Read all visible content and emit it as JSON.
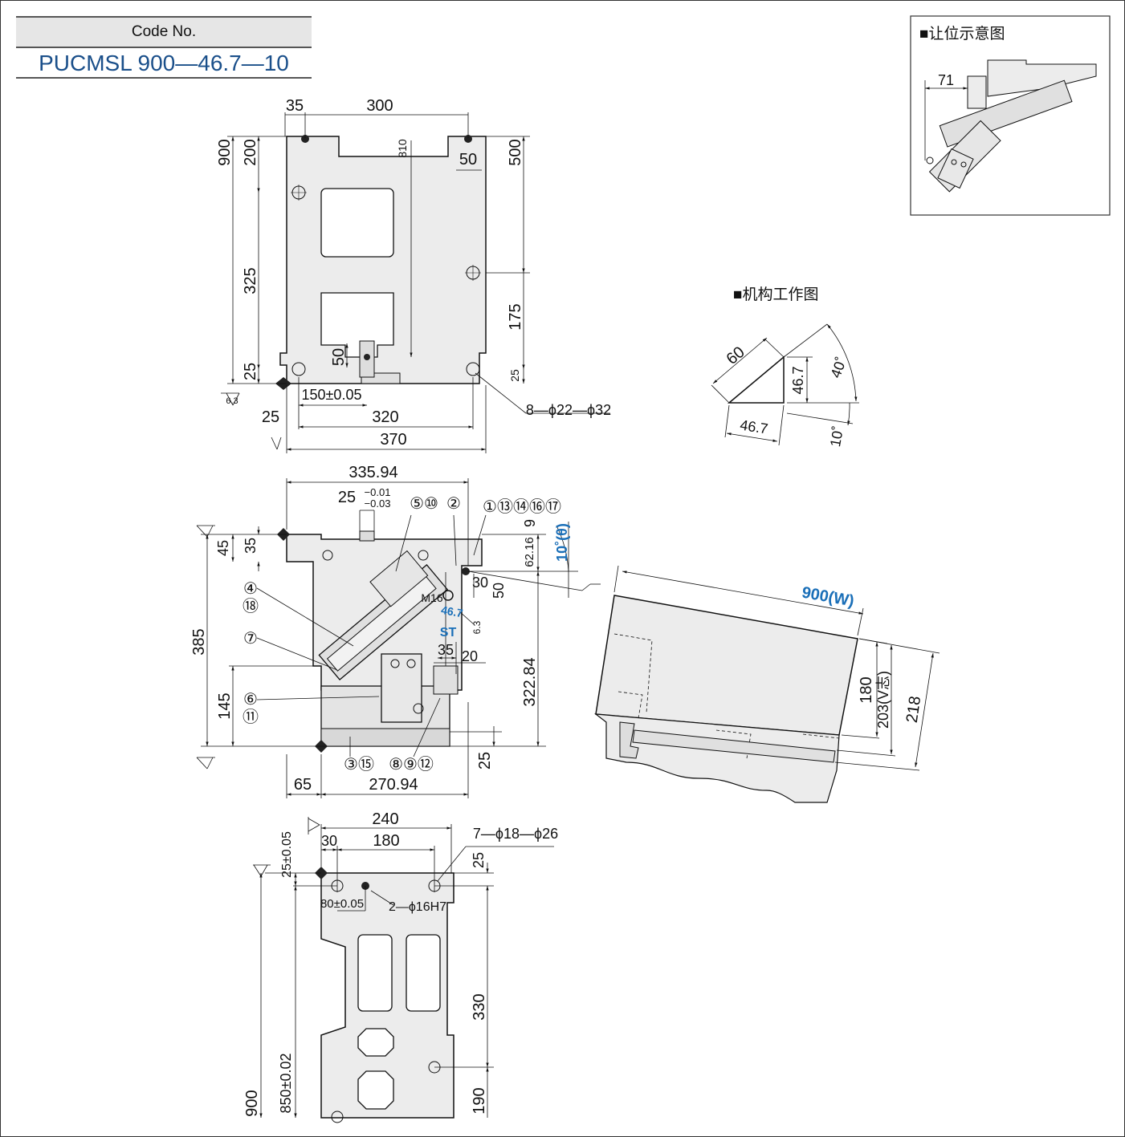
{
  "code": {
    "label": "Code No.",
    "value": "PUCMSL 900—46.7—10"
  },
  "top_view": {
    "d35": "35",
    "d300": "300",
    "d900": "900",
    "d200": "200",
    "d810": "810",
    "d50a": "50",
    "d500": "500",
    "d325": "325",
    "d175": "175",
    "d50b": "50",
    "d25a": "25",
    "d25b": "25",
    "d150": "150±0.05",
    "d25c": "25",
    "d320": "320",
    "d370": "370",
    "holes": "8—ϕ22—ϕ32",
    "rough": "6.3"
  },
  "side_view": {
    "d33594": "335.94",
    "d25tol": "25",
    "tol_upper": "−0.01",
    "tol_lower": "−0.03",
    "callouts_a": "⑤⑩",
    "callout_2": "②",
    "callouts_b": "①⑬⑭⑯⑰",
    "d9": "9",
    "d6216": "62.16",
    "theta": "10˚(θ)",
    "d45": "45",
    "d35": "35",
    "d30": "30",
    "d50": "50",
    "m16": "M16",
    "st_value": "46.7",
    "st": "ST",
    "d63": "6.3",
    "d35b": "35",
    "d20": "20",
    "d385": "385",
    "d145": "145",
    "d32284": "322.84",
    "d25": "25",
    "d65": "65",
    "d27094": "270.94",
    "c4": "④",
    "c18": "⑱",
    "c7": "⑦",
    "c6": "⑥",
    "c11": "⑪",
    "c3_15": "③⑮",
    "c8_9_12": "⑧⑨⑫"
  },
  "bottom_view": {
    "d240": "240",
    "d30": "30",
    "d180": "180",
    "holes": "7—ϕ18—ϕ26",
    "d25tol": "25±0.05",
    "d25": "25",
    "d80": "80±0.05",
    "pins": "2—ϕ16H7",
    "d330": "330",
    "d900": "900",
    "d850": "850±0.02",
    "d190": "190"
  },
  "inset": {
    "title": "■让位示意图",
    "d71": "71"
  },
  "mechanism": {
    "title": "■机构工作图",
    "d60": "60",
    "d467a": "46.7",
    "d467b": "46.7",
    "a40": "40˚",
    "a10": "10˚"
  },
  "workpiece": {
    "width": "900(W)",
    "d180": "180",
    "d203": "203(V志)",
    "d218": "218"
  }
}
